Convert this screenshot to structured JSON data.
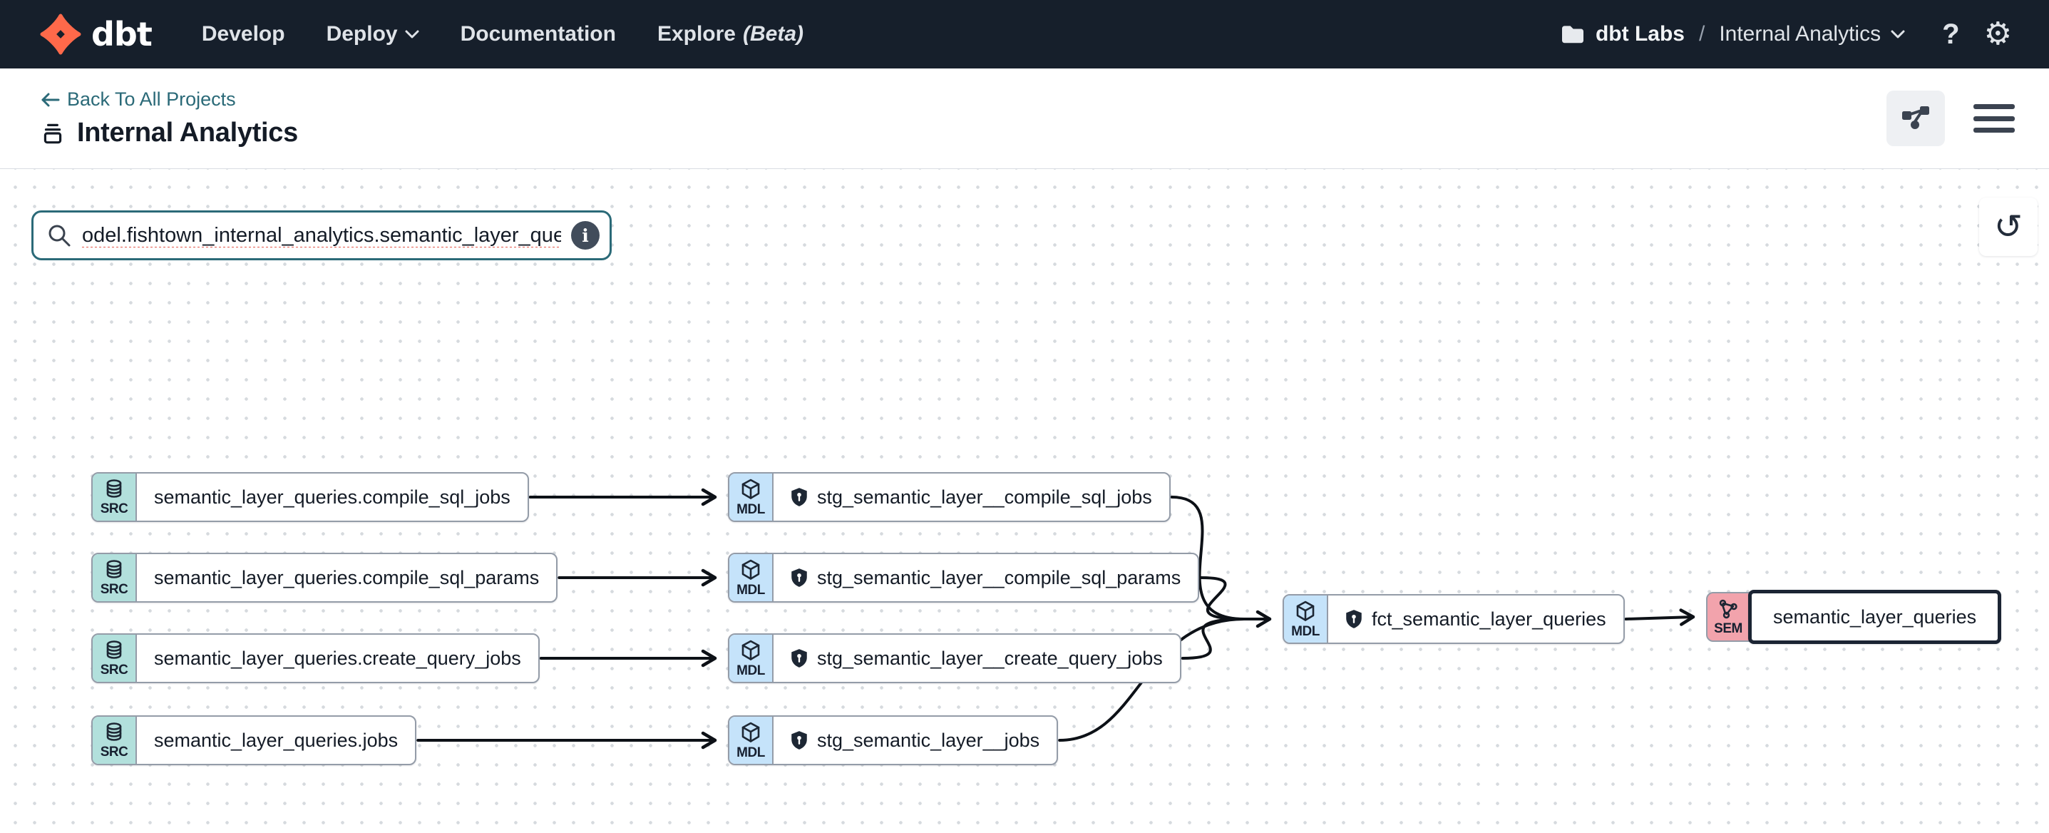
{
  "colors": {
    "nav_background": "#161f2b",
    "brand_orange": "#ff694a",
    "link_teal": "#2b6a78",
    "search_border_teal": "#2b6a78",
    "src_badge": "#b2e0dc",
    "mdl_badge": "#c5e3fa",
    "sem_badge": "#f2a3ac",
    "selected_node_border": "#1b2433",
    "edge_color": "#0d1117",
    "spellcheck_underline": "#e4584b"
  },
  "nav": {
    "logo_text": "dbt",
    "develop": "Develop",
    "deploy": "Deploy",
    "documentation": "Documentation",
    "explore": "Explore",
    "explore_beta": "(Beta)",
    "org": "dbt Labs",
    "separator": "/",
    "project": "Internal Analytics",
    "help": "?",
    "gear": "⚙"
  },
  "header": {
    "back_link": "Back To All Projects",
    "title": "Internal Analytics"
  },
  "canvas": {
    "search_value": "odel.fishtown_internal_analytics.semantic_layer_queries",
    "info_glyph": "i",
    "reset_glyph": "↺"
  },
  "graph": {
    "nodes": [
      {
        "id": "src1",
        "badge": "SRC",
        "label": "semantic_layer_queries.compile_sql_jobs"
      },
      {
        "id": "src2",
        "badge": "SRC",
        "label": "semantic_layer_queries.compile_sql_params"
      },
      {
        "id": "src3",
        "badge": "SRC",
        "label": "semantic_layer_queries.create_query_jobs"
      },
      {
        "id": "src4",
        "badge": "SRC",
        "label": "semantic_layer_queries.jobs"
      },
      {
        "id": "mdl1",
        "badge": "MDL",
        "label": "stg_semantic_layer__compile_sql_jobs"
      },
      {
        "id": "mdl2",
        "badge": "MDL",
        "label": "stg_semantic_layer__compile_sql_params"
      },
      {
        "id": "mdl3",
        "badge": "MDL",
        "label": "stg_semantic_layer__create_query_jobs"
      },
      {
        "id": "mdl4",
        "badge": "MDL",
        "label": "stg_semantic_layer__jobs"
      },
      {
        "id": "fct",
        "badge": "MDL",
        "label": "fct_semantic_layer_queries"
      },
      {
        "id": "sem",
        "badge": "SEM",
        "label": "semantic_layer_queries"
      }
    ],
    "edges": [
      {
        "from": "src1",
        "to": "mdl1",
        "type": "straight"
      },
      {
        "from": "src2",
        "to": "mdl2",
        "type": "straight"
      },
      {
        "from": "src3",
        "to": "mdl3",
        "type": "straight"
      },
      {
        "from": "src4",
        "to": "mdl4",
        "type": "straight"
      },
      {
        "from": "mdl1",
        "to": "fct",
        "type": "converge"
      },
      {
        "from": "mdl2",
        "to": "fct",
        "type": "converge"
      },
      {
        "from": "mdl3",
        "to": "fct",
        "type": "converge"
      },
      {
        "from": "mdl4",
        "to": "fct",
        "type": "converge"
      },
      {
        "from": "fct",
        "to": "sem",
        "type": "straight"
      }
    ]
  }
}
